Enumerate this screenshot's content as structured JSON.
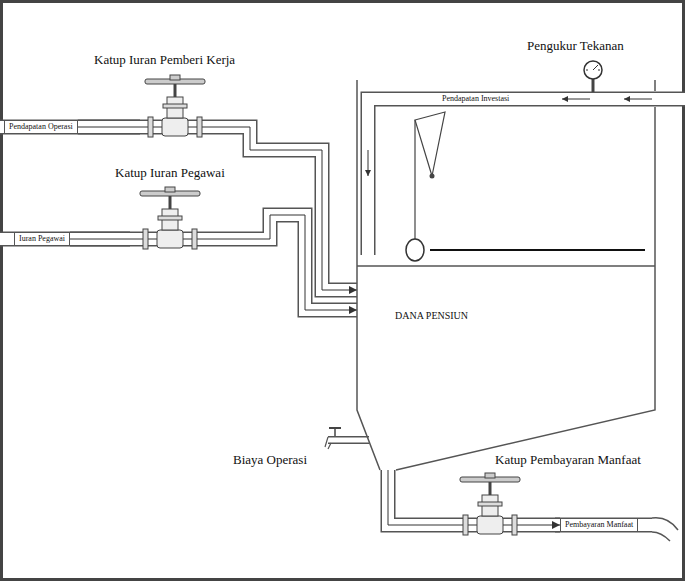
{
  "diagram": {
    "nodes": [
      {
        "text": [
          "Pendapatan Operasi"
        ]
      },
      {
        "text": [
          "Iuran Pegawai"
        ]
      },
      {
        "text": [
          "DANA PENSIUN"
        ]
      },
      {
        "text": [
          "Pembayaran Manfaat"
        ]
      }
    ],
    "edges": [
      {
        "from": 0,
        "to": 2,
        "arrow": "to"
      },
      {
        "from": 1,
        "to": 2,
        "arrow": "to"
      },
      {
        "from": 2,
        "to": 3,
        "arrow": "to"
      }
    ],
    "labels": [
      "Katup Iuran Pemberi Kerja",
      "Pengukur Tekanan",
      "Katup Iuran Pegawai",
      "Pendapatan Investasi",
      "Biaya Operasi",
      "Katup Pembayaran Manfaat"
    ]
  }
}
